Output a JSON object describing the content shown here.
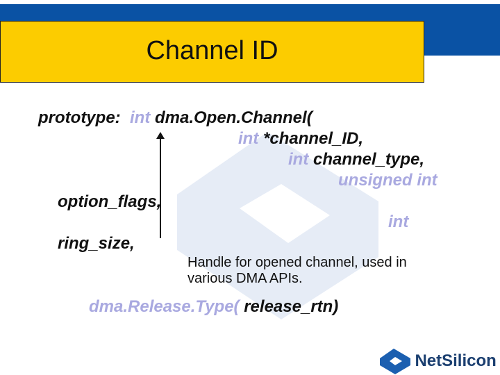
{
  "title": "Channel ID",
  "code": {
    "l1_prefix": "prototype:",
    "l1_kw": "int",
    "l1_fn": "dma.Open.Channel(",
    "l2_kw": "int",
    "l2_rest": "*channel_ID,",
    "l3_kw": "int",
    "l3_rest": "channel_type,",
    "l4_kw": "unsigned int",
    "l5": "option_flags,",
    "l6_kw": "int",
    "l7": "ring_size,",
    "l8_kw": "dma.Release.Type(",
    "l8_rest": "release_rtn)"
  },
  "note": "Handle for opened channel, used in various DMA APIs.",
  "logo": {
    "text": "NetSilicon",
    "color": "#1b5fb0"
  },
  "colors": {
    "header": "#0a52a4",
    "title_box": "#fccc00",
    "keyword": "#a9a9e0"
  }
}
